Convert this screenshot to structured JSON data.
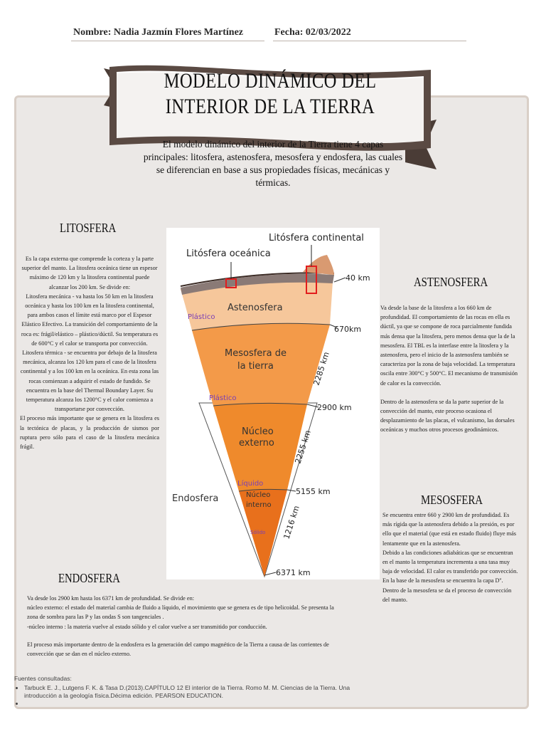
{
  "header": {
    "name": "Nombre: Nadia Jazmín Flores Martínez",
    "date": "Fecha: 02/03/2022"
  },
  "title": {
    "line1": "MODELO DINÁMICO DEL",
    "line2": "INTERIOR DE LA TIERRA"
  },
  "intro": "El modelo dinámico del interior de la Tierra tiene 4 capas principales: litosfera, astenosfera, mesosfera y endosfera, las cuales se diferencian en base a sus propiedades físicas, mecánicas y térmicas.",
  "litosfera": {
    "heading": "LITOSFERA",
    "p1": "Es la capa externa que comprende la corteza y la parte superior del manto. La litosfera oceánica tiene un espesor máximo de 120 km y la litosfera continental puede alcanzar los 200 km. Se divide en:",
    "p2": "Litosfera mecánica - va hasta los 50 km en la litosfera oceánica y hasta los 100 km en la litosfera continental, para ambos casos el límite está marco por el Espesor Elástico Efectivo. La transición del comportamiento de la roca es: frágil/elástico – plástico/dúctil. Su temperatura es de 600°C y el calor se transporta por convección.",
    "p3": "Litosfera térmica - se encuentra por debajo de la litosfera mecánica, alcanza los 120 km para el caso de la litosfera continental y a los 100 km en la oceánica. En esta zona las rocas comienzan a adquirir el estado de fundido. Se encuentra en la base del Thermal Boundary Layer. Su temperatura alcanza los 1200°C y el calor comienza a transportarse por convección.",
    "p4": "El proceso más importante que se genera en la litosfera es la tectónica de placas, y la producción de sismos por ruptura pero sólo para el caso de la litosfera mecánica frágil."
  },
  "astenosfera": {
    "heading": "ASTENOSFERA",
    "p1": "Va desde la base de la litosfera a los 660 km de profundidad. El comportamiento de las rocas en ella es dúctil, ya que se compone de roca parcialmente fundida más densa que la litosfera, pero menos densa que la de la mesosfera. El TBL es la interfase entre la litosfera y la astenosfera, pero el inicio de la astenosfera también se caracteriza por la zona de baja velocidad. La temperatura oscila entre 300°C y 500°C. El mecanismo de transmisión de calor es la convección.",
    "p2": "Dentro de la astenosfera se da la parte superior de la convección del manto, este proceso ocasiona el desplazamiento de las placas, el vulcanismo, las dorsales oceánicas y muchos otros procesos geodinámicos."
  },
  "mesosfera": {
    "heading": "MESOSFERA",
    "p1": "Se encuentra entre 660 y 2900 km de profundidad. Es más rígida que la astenosfera debido a la presión, es por ello que el material (que está en estado fluido) fluye más lentamente que en la astenosfera.",
    "p2": "Debido a las condiciones adiabáticas que se encuentran en el manto la temperatura incrementa a una tasa muy baja de velocidad. El calor es transferido por convección.",
    "p3": "En la base de la mesosfera se encuentra la capa D''.",
    "p4": "Dentro de la mesosfera se da el proceso de convección del manto."
  },
  "endosfera": {
    "heading": "ENDOSFERA",
    "p1": "Va desde los 2900 km hasta los 6371 km de profundidad. Se divide en:",
    "p2": "núcleo externo: el estado del material cambia de fluido a líquido, el movimiento que se genera es de tipo helicoidal. Se presenta la zona de sombra para las P y las ondas S son tangenciales .",
    "p3": "-núcleo interno : la materia vuelve al estado sólido y el calor vuelve a ser transmitido por conducción.",
    "p4": "El proceso más importante dentro de la endosfera es la generación del campo magnético de la Tierra a causa de las corrientes de convección que se dan en el núcleo externo."
  },
  "figure": {
    "lito_continental": "Litósfera continental",
    "lito_oceanica": "Litósfera oceánica",
    "km40": "40 km",
    "astenosfera": "Astenosfera",
    "plastico1": "Plástico",
    "km670": "670km",
    "mesosfera1": "Mesosfera de",
    "mesosfera2": "la tierra",
    "km2285": "2285 km",
    "plastico2": "Plástico",
    "km2900": "2900 km",
    "nucleo_ext1": "Núcleo",
    "nucleo_ext2": "externo",
    "km2255": "2255 km",
    "liquido": "Líquido",
    "km5155": "5155 km",
    "endosfera": "Endosfera",
    "nucleo_int1": "Núcleo",
    "nucleo_int2": "interno",
    "solido": "Sólido",
    "km1216": "1216 km",
    "km6371": "6371 km"
  },
  "sources": {
    "heading": "Fuentes consultadas:",
    "item1": "Tarbuck E. J., Lutgens F. K. & Tasa D.(2013).CAPÍTULO 12 El interior de la Tierra. Romo M. M. Ciencias de la Tierra. Una introducción a la geología física.Décima edición. PEARSON EDUCATION.",
    "item2": ""
  }
}
